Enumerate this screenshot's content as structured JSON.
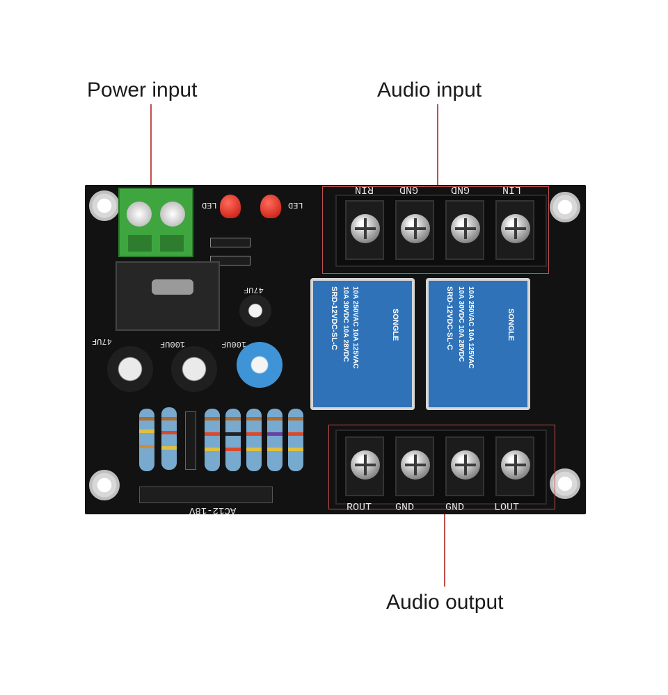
{
  "callouts": {
    "power_input": "Power input",
    "audio_input": "Audio input",
    "audio_output": "Audio output"
  },
  "board": {
    "top_terminals": [
      "RIN",
      "GND",
      "GND",
      "LIN"
    ],
    "bottom_terminals": [
      "ROUT",
      "GND",
      "GND",
      "LOUT"
    ],
    "led_labels": [
      "LED",
      "LED"
    ],
    "cap_labels": [
      "47UF",
      "47UF",
      "100UF",
      "100UF"
    ],
    "power_label": "AC12-18V",
    "relay": {
      "brand": "SONGLE",
      "line1": "10A 250VAC 10A 125VAC",
      "line2": "10A 30VDC 10A 28VDC",
      "model": "SRD-12VDC-SL-C"
    }
  },
  "colors": {
    "callout_line": "#c0504d",
    "pcb": "#121212",
    "relay": "#2f72b8",
    "terminal_green": "#3fa63f"
  }
}
